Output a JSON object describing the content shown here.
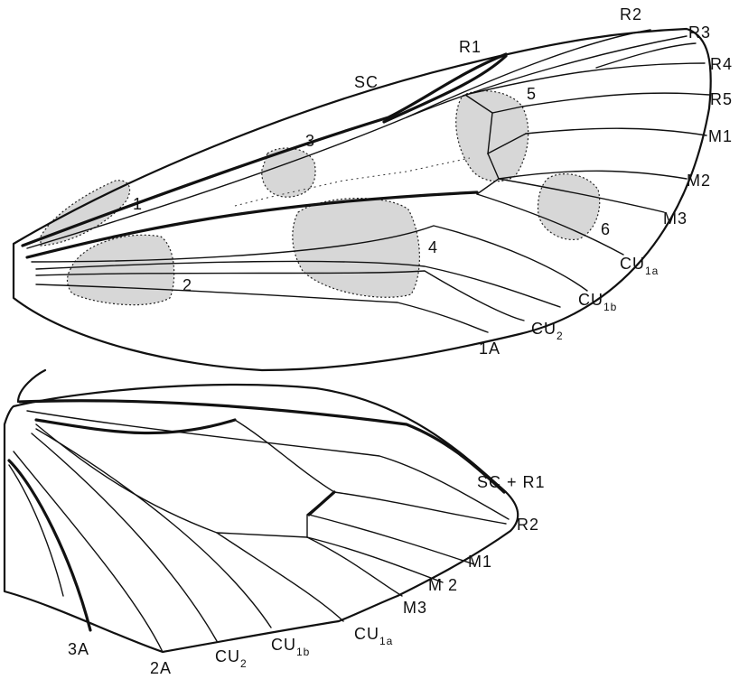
{
  "forewing": {
    "vein_labels": {
      "sc": "SC",
      "r1": "R1",
      "r2": "R2",
      "r3": "R3",
      "r4": "R4",
      "r5": "R5",
      "m1": "M1",
      "m2": "M2",
      "m3": "M3",
      "cu1a_main": "CU",
      "cu1a_sub": "1a",
      "cu1b_main": "CU",
      "cu1b_sub": "1b",
      "cu2_main": "CU",
      "cu2_sub": "2",
      "a1": "1A"
    },
    "spots": [
      "1",
      "2",
      "3",
      "4",
      "5",
      "6"
    ]
  },
  "hindwing": {
    "vein_labels": {
      "sc_r1": "SC + R1",
      "r2": "R2",
      "m1": "M1",
      "m2": "M 2",
      "m3": "M3",
      "cu1a_main": "CU",
      "cu1a_sub": "1a",
      "cu1b_main": "CU",
      "cu1b_sub": "1b",
      "cu2_main": "CU",
      "cu2_sub": "2",
      "a2": "2A",
      "a3": "3A"
    }
  },
  "colors": {
    "ink": "#111111",
    "patch_fill": "#c9c9c9",
    "background": "#ffffff"
  }
}
